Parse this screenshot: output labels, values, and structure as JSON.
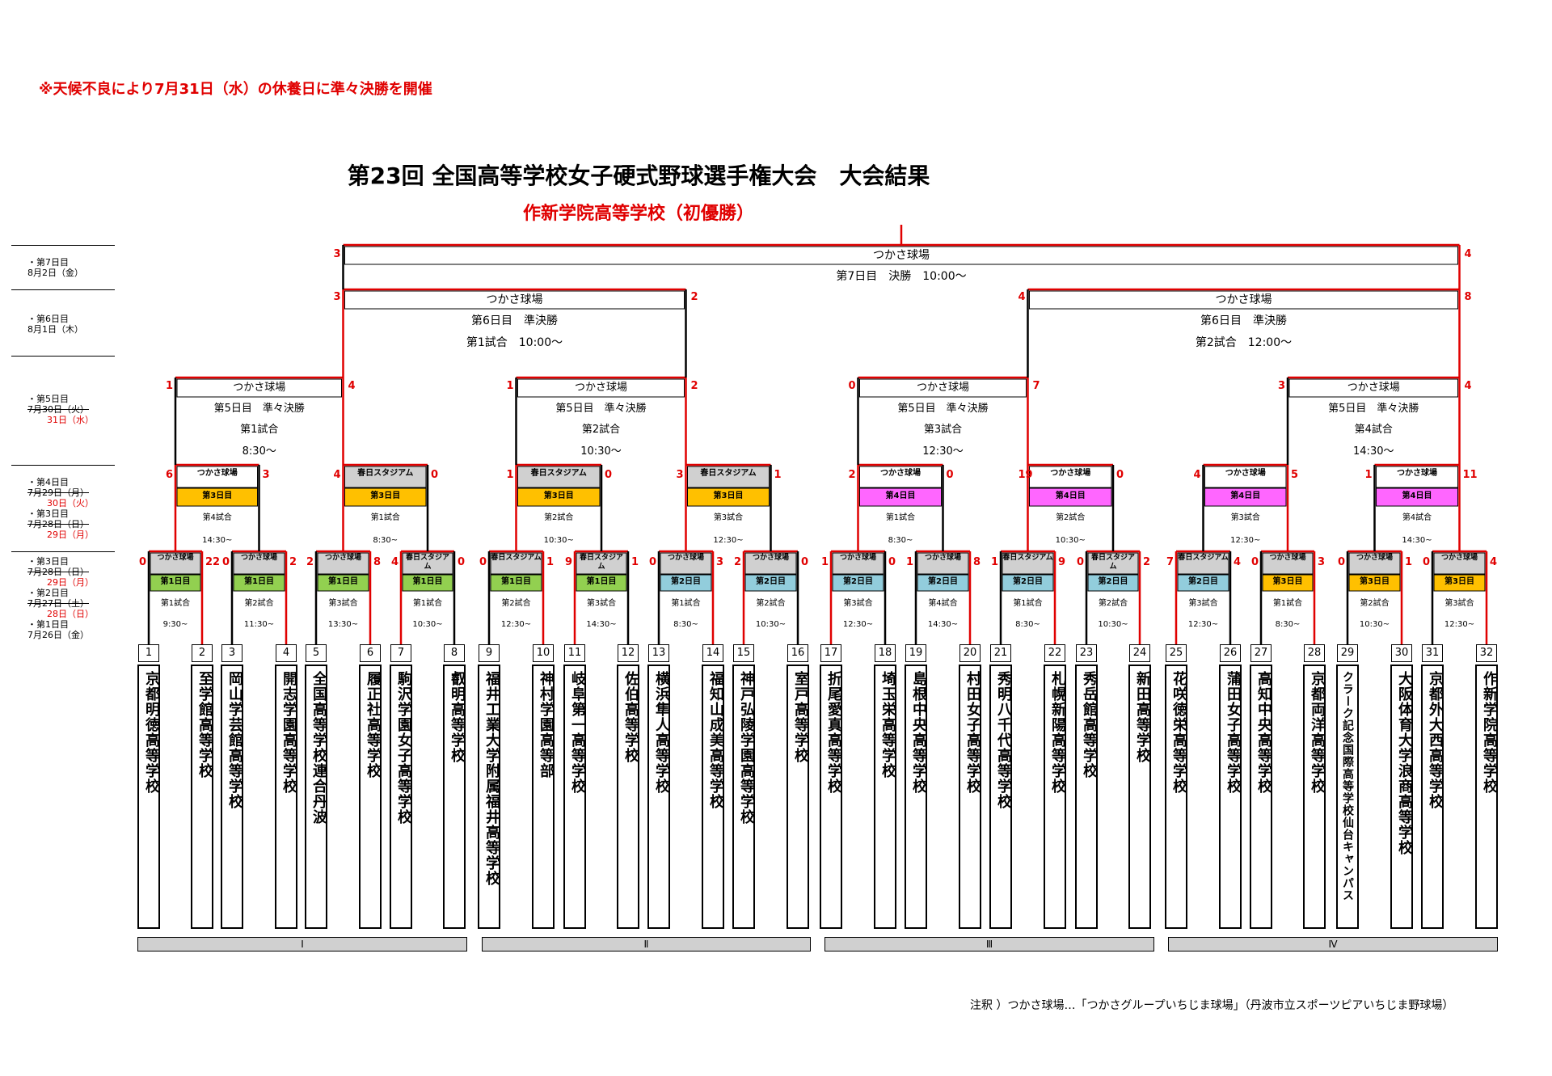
{
  "header": {
    "notice": "※天候不良により7月31日（水）の休養日に準々決勝を開催",
    "title": "第23回 全国高等学校女子硬式野球選手権大会　大会結果",
    "champion": "作新学院高等学校（初優勝）"
  },
  "days": [
    {
      "lines": [
        "・第7日目",
        "8月2日（金）"
      ],
      "red": []
    },
    {
      "lines": [
        "・第6日目",
        "8月1日（木）"
      ],
      "red": []
    },
    {
      "lines": [
        "・第5日目",
        "7月30日（火）",
        "31日（水）"
      ],
      "red": [
        2
      ],
      "strike": [
        1
      ]
    },
    {
      "lines": [
        "・第4日目",
        "7月29日（月）",
        "30日（火）",
        "・第3日目",
        "7月28日（日）",
        "29日（月）"
      ],
      "red": [
        2,
        5
      ],
      "strike": [
        1,
        4
      ]
    },
    {
      "lines": [
        "・第3日目",
        "7月28日（日）",
        "29日（月）",
        "・第2日目",
        "7月27日（土）",
        "28日（日）",
        "・第1日目",
        "7月26日（金）"
      ],
      "red": [
        2,
        5
      ],
      "strike": [
        1,
        4
      ]
    }
  ],
  "final": {
    "venue": "つかさ球場",
    "label": "第7日目　決勝　10:00～",
    "left_score": "3",
    "right_score": "4"
  },
  "semis": [
    {
      "venue": "つかさ球場",
      "label": "第6日目　準決勝",
      "game": "第1試合　10:00～",
      "left_score": "3",
      "right_score": "2"
    },
    {
      "venue": "つかさ球場",
      "label": "第6日目　準決勝",
      "game": "第2試合　12:00～",
      "left_score": "4",
      "right_score": "8"
    }
  ],
  "quarters": [
    {
      "venue": "つかさ球場",
      "label": "第5日目　準々決勝",
      "game": "第1試合",
      "time": "8:30～",
      "left_score": "1",
      "right_score": "4"
    },
    {
      "venue": "つかさ球場",
      "label": "第5日目　準々決勝",
      "game": "第2試合",
      "time": "10:30～",
      "left_score": "1",
      "right_score": "2"
    },
    {
      "venue": "つかさ球場",
      "label": "第5日目　準々決勝",
      "game": "第3試合",
      "time": "12:30～",
      "left_score": "0",
      "right_score": "7"
    },
    {
      "venue": "つかさ球場",
      "label": "第5日目　準々決勝",
      "game": "第4試合",
      "time": "14:30～",
      "left_score": "3",
      "right_score": "4"
    }
  ],
  "round16": [
    {
      "venue": "つかさ球場",
      "day": "第3日目",
      "day_color": "#ffc000",
      "game": "第4試合",
      "time": "14:30~",
      "left_score": "6",
      "right_score": "3"
    },
    {
      "venue": "春日スタジアム",
      "day": "第3日目",
      "day_color": "#ffc000",
      "game": "第1試合",
      "time": "8:30~",
      "left_score": "4",
      "right_score": "0"
    },
    {
      "venue": "春日スタジアム",
      "day": "第3日目",
      "day_color": "#ffc000",
      "game": "第2試合",
      "time": "10:30~",
      "left_score": "1",
      "right_score": "0"
    },
    {
      "venue": "春日スタジアム",
      "day": "第3日目",
      "day_color": "#ffc000",
      "game": "第3試合",
      "time": "12:30~",
      "left_score": "3",
      "right_score": "1"
    },
    {
      "venue": "つかさ球場",
      "day": "第4日目",
      "day_color": "#ff66ff",
      "game": "第1試合",
      "time": "8:30~",
      "left_score": "2",
      "right_score": "0"
    },
    {
      "venue": "つかさ球場",
      "day": "第4日目",
      "day_color": "#ff66ff",
      "game": "第2試合",
      "time": "10:30~",
      "left_score": "19",
      "right_score": "0"
    },
    {
      "venue": "つかさ球場",
      "day": "第4日目",
      "day_color": "#ff66ff",
      "game": "第3試合",
      "time": "12:30~",
      "left_score": "4",
      "right_score": "5"
    },
    {
      "venue": "つかさ球場",
      "day": "第4日目",
      "day_color": "#ff66ff",
      "game": "第4試合",
      "time": "14:30~",
      "left_score": "1",
      "right_score": "11"
    }
  ],
  "round32": [
    {
      "venue": "つかさ球場",
      "day": "第1日目",
      "day_color": "#92d050",
      "game": "第1試合",
      "time": "9:30~",
      "left_score": "0",
      "right_score": "22"
    },
    {
      "venue": "つかさ球場",
      "day": "第1日目",
      "day_color": "#92d050",
      "game": "第2試合",
      "time": "11:30~",
      "left_score": "0",
      "right_score": "2"
    },
    {
      "venue": "つかさ球場",
      "day": "第1日目",
      "day_color": "#92d050",
      "game": "第3試合",
      "time": "13:30~",
      "left_score": "2",
      "right_score": "8"
    },
    {
      "venue": "春日スタジアム",
      "day": "第1日目",
      "day_color": "#92d050",
      "game": "第1試合",
      "time": "10:30~",
      "left_score": "4",
      "right_score": "0"
    },
    {
      "venue": "春日スタジアム",
      "day": "第1日目",
      "day_color": "#92d050",
      "game": "第2試合",
      "time": "12:30~",
      "left_score": "0",
      "right_score": "1"
    },
    {
      "venue": "春日スタジアム",
      "day": "第1日目",
      "day_color": "#92d050",
      "game": "第3試合",
      "time": "14:30~",
      "left_score": "9",
      "right_score": "1"
    },
    {
      "venue": "つかさ球場",
      "day": "第2日目",
      "day_color": "#92cddc",
      "game": "第1試合",
      "time": "8:30~",
      "left_score": "0",
      "right_score": "3"
    },
    {
      "venue": "つかさ球場",
      "day": "第2日目",
      "day_color": "#92cddc",
      "game": "第2試合",
      "time": "10:30~",
      "left_score": "2",
      "right_score": "0"
    },
    {
      "venue": "つかさ球場",
      "day": "第2日目",
      "day_color": "#92cddc",
      "game": "第3試合",
      "time": "12:30~",
      "left_score": "1",
      "right_score": "0"
    },
    {
      "venue": "つかさ球場",
      "day": "第2日目",
      "day_color": "#92cddc",
      "game": "第4試合",
      "time": "14:30~",
      "left_score": "1",
      "right_score": "8"
    },
    {
      "venue": "春日スタジアム",
      "day": "第2日目",
      "day_color": "#92cddc",
      "game": "第1試合",
      "time": "8:30~",
      "left_score": "1",
      "right_score": "9"
    },
    {
      "venue": "春日スタジアム",
      "day": "第2日目",
      "day_color": "#92cddc",
      "game": "第2試合",
      "time": "10:30~",
      "left_score": "0",
      "right_score": "2"
    },
    {
      "venue": "春日スタジアム",
      "day": "第2日目",
      "day_color": "#92cddc",
      "game": "第3試合",
      "time": "12:30~",
      "left_score": "7",
      "right_score": "4"
    },
    {
      "venue": "つかさ球場",
      "day": "第3日目",
      "day_color": "#ffc000",
      "game": "第1試合",
      "time": "8:30~",
      "left_score": "0",
      "right_score": "3"
    },
    {
      "venue": "つかさ球場",
      "day": "第3日目",
      "day_color": "#ffc000",
      "game": "第2試合",
      "time": "10:30~",
      "left_score": "0",
      "right_score": "1"
    },
    {
      "venue": "つかさ球場",
      "day": "第3日目",
      "day_color": "#ffc000",
      "game": "第3試合",
      "time": "12:30~",
      "left_score": "0",
      "right_score": "4"
    }
  ],
  "schools": [
    {
      "no": "1",
      "name": "京都明徳高等学校"
    },
    {
      "no": "2",
      "name": "至学館高等学校"
    },
    {
      "no": "3",
      "name": "岡山学芸館高等学校"
    },
    {
      "no": "4",
      "name": "開志学園高等学校"
    },
    {
      "no": "5",
      "name": "全国高等学校連合丹波"
    },
    {
      "no": "6",
      "name": "履正社高等学校"
    },
    {
      "no": "7",
      "name": "駒沢学園女子高等学校"
    },
    {
      "no": "8",
      "name": "叡明高等学校"
    },
    {
      "no": "9",
      "name": "福井工業大学附属福井高等学校"
    },
    {
      "no": "10",
      "name": "神村学園高等部"
    },
    {
      "no": "11",
      "name": "岐阜第一高等学校"
    },
    {
      "no": "12",
      "name": "佐伯高等学校"
    },
    {
      "no": "13",
      "name": "横浜隼人高等学校"
    },
    {
      "no": "14",
      "name": "福知山成美高等学校"
    },
    {
      "no": "15",
      "name": "神戸弘陵学園高等学校"
    },
    {
      "no": "16",
      "name": "室戸高等学校"
    },
    {
      "no": "17",
      "name": "折尾愛真高等学校"
    },
    {
      "no": "18",
      "name": "埼玉栄高等学校"
    },
    {
      "no": "19",
      "name": "島根中央高等学校"
    },
    {
      "no": "20",
      "name": "村田女子高等学校"
    },
    {
      "no": "21",
      "name": "秀明八千代高等学校"
    },
    {
      "no": "22",
      "name": "札幌新陽高等学校"
    },
    {
      "no": "23",
      "name": "秀岳館高等学校"
    },
    {
      "no": "24",
      "name": "新田高等学校"
    },
    {
      "no": "25",
      "name": "花咲徳栄高等学校"
    },
    {
      "no": "26",
      "name": "蒲田女子高等学校"
    },
    {
      "no": "27",
      "name": "高知中央高等学校"
    },
    {
      "no": "28",
      "name": "京都両洋高等学校"
    },
    {
      "no": "29",
      "name": "クラーク記念国際高等学校仙台キャンパス"
    },
    {
      "no": "30",
      "name": "大阪体育大学浪商高等学校"
    },
    {
      "no": "31",
      "name": "京都外大西高等学校"
    },
    {
      "no": "32",
      "name": "作新学院高等学校"
    }
  ],
  "blocks": [
    "Ⅰ",
    "Ⅱ",
    "Ⅲ",
    "Ⅳ"
  ],
  "footnote": "注釈 ）つかさ球場…「つかさグループいちじま球場」（丹波市立スポーツピアいちじま野球場）",
  "colors": {
    "winner_line": "#e00000",
    "loser_line": "#000000",
    "venue_gray": "#d0d0d0"
  }
}
